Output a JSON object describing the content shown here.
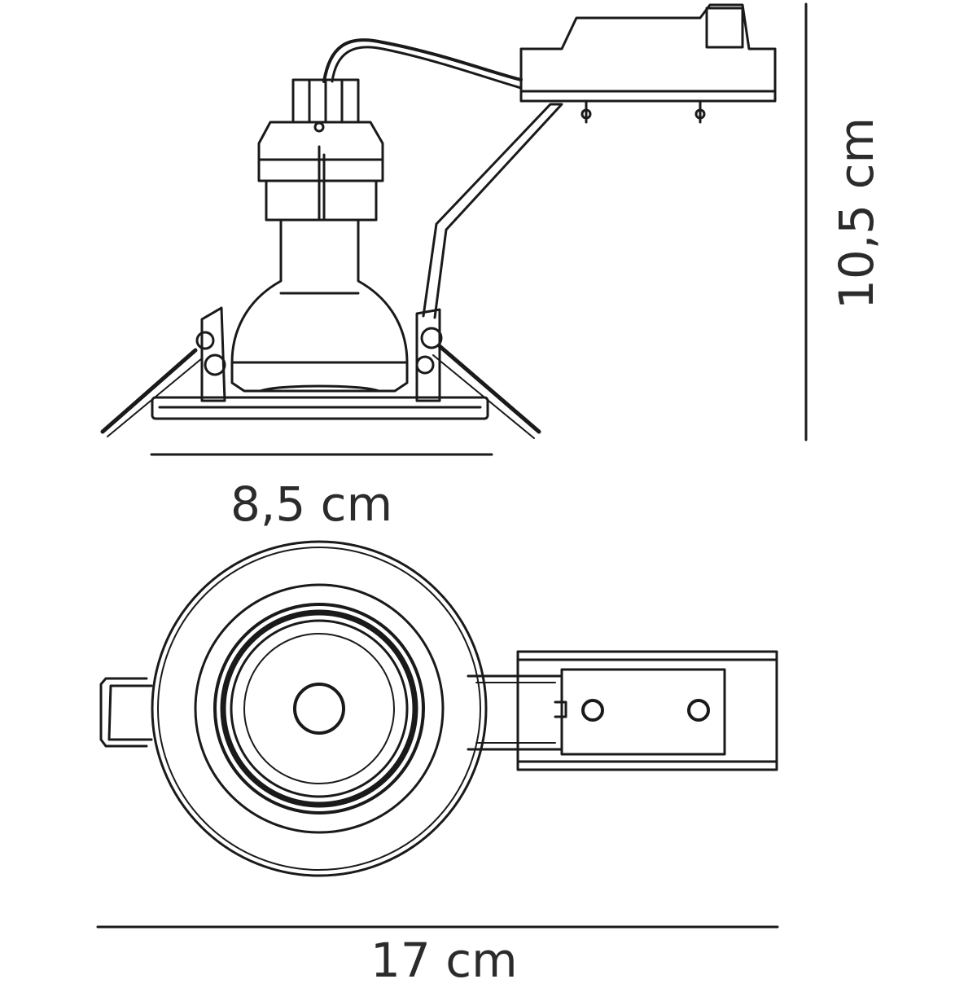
{
  "dimensions": {
    "width_label": "8,5 cm",
    "height_label": "10,5 cm",
    "length_label": "17 cm"
  },
  "colors": {
    "line": "#1a1a1a",
    "dimension_text": "#2b2b2b",
    "background": "#ffffff"
  }
}
